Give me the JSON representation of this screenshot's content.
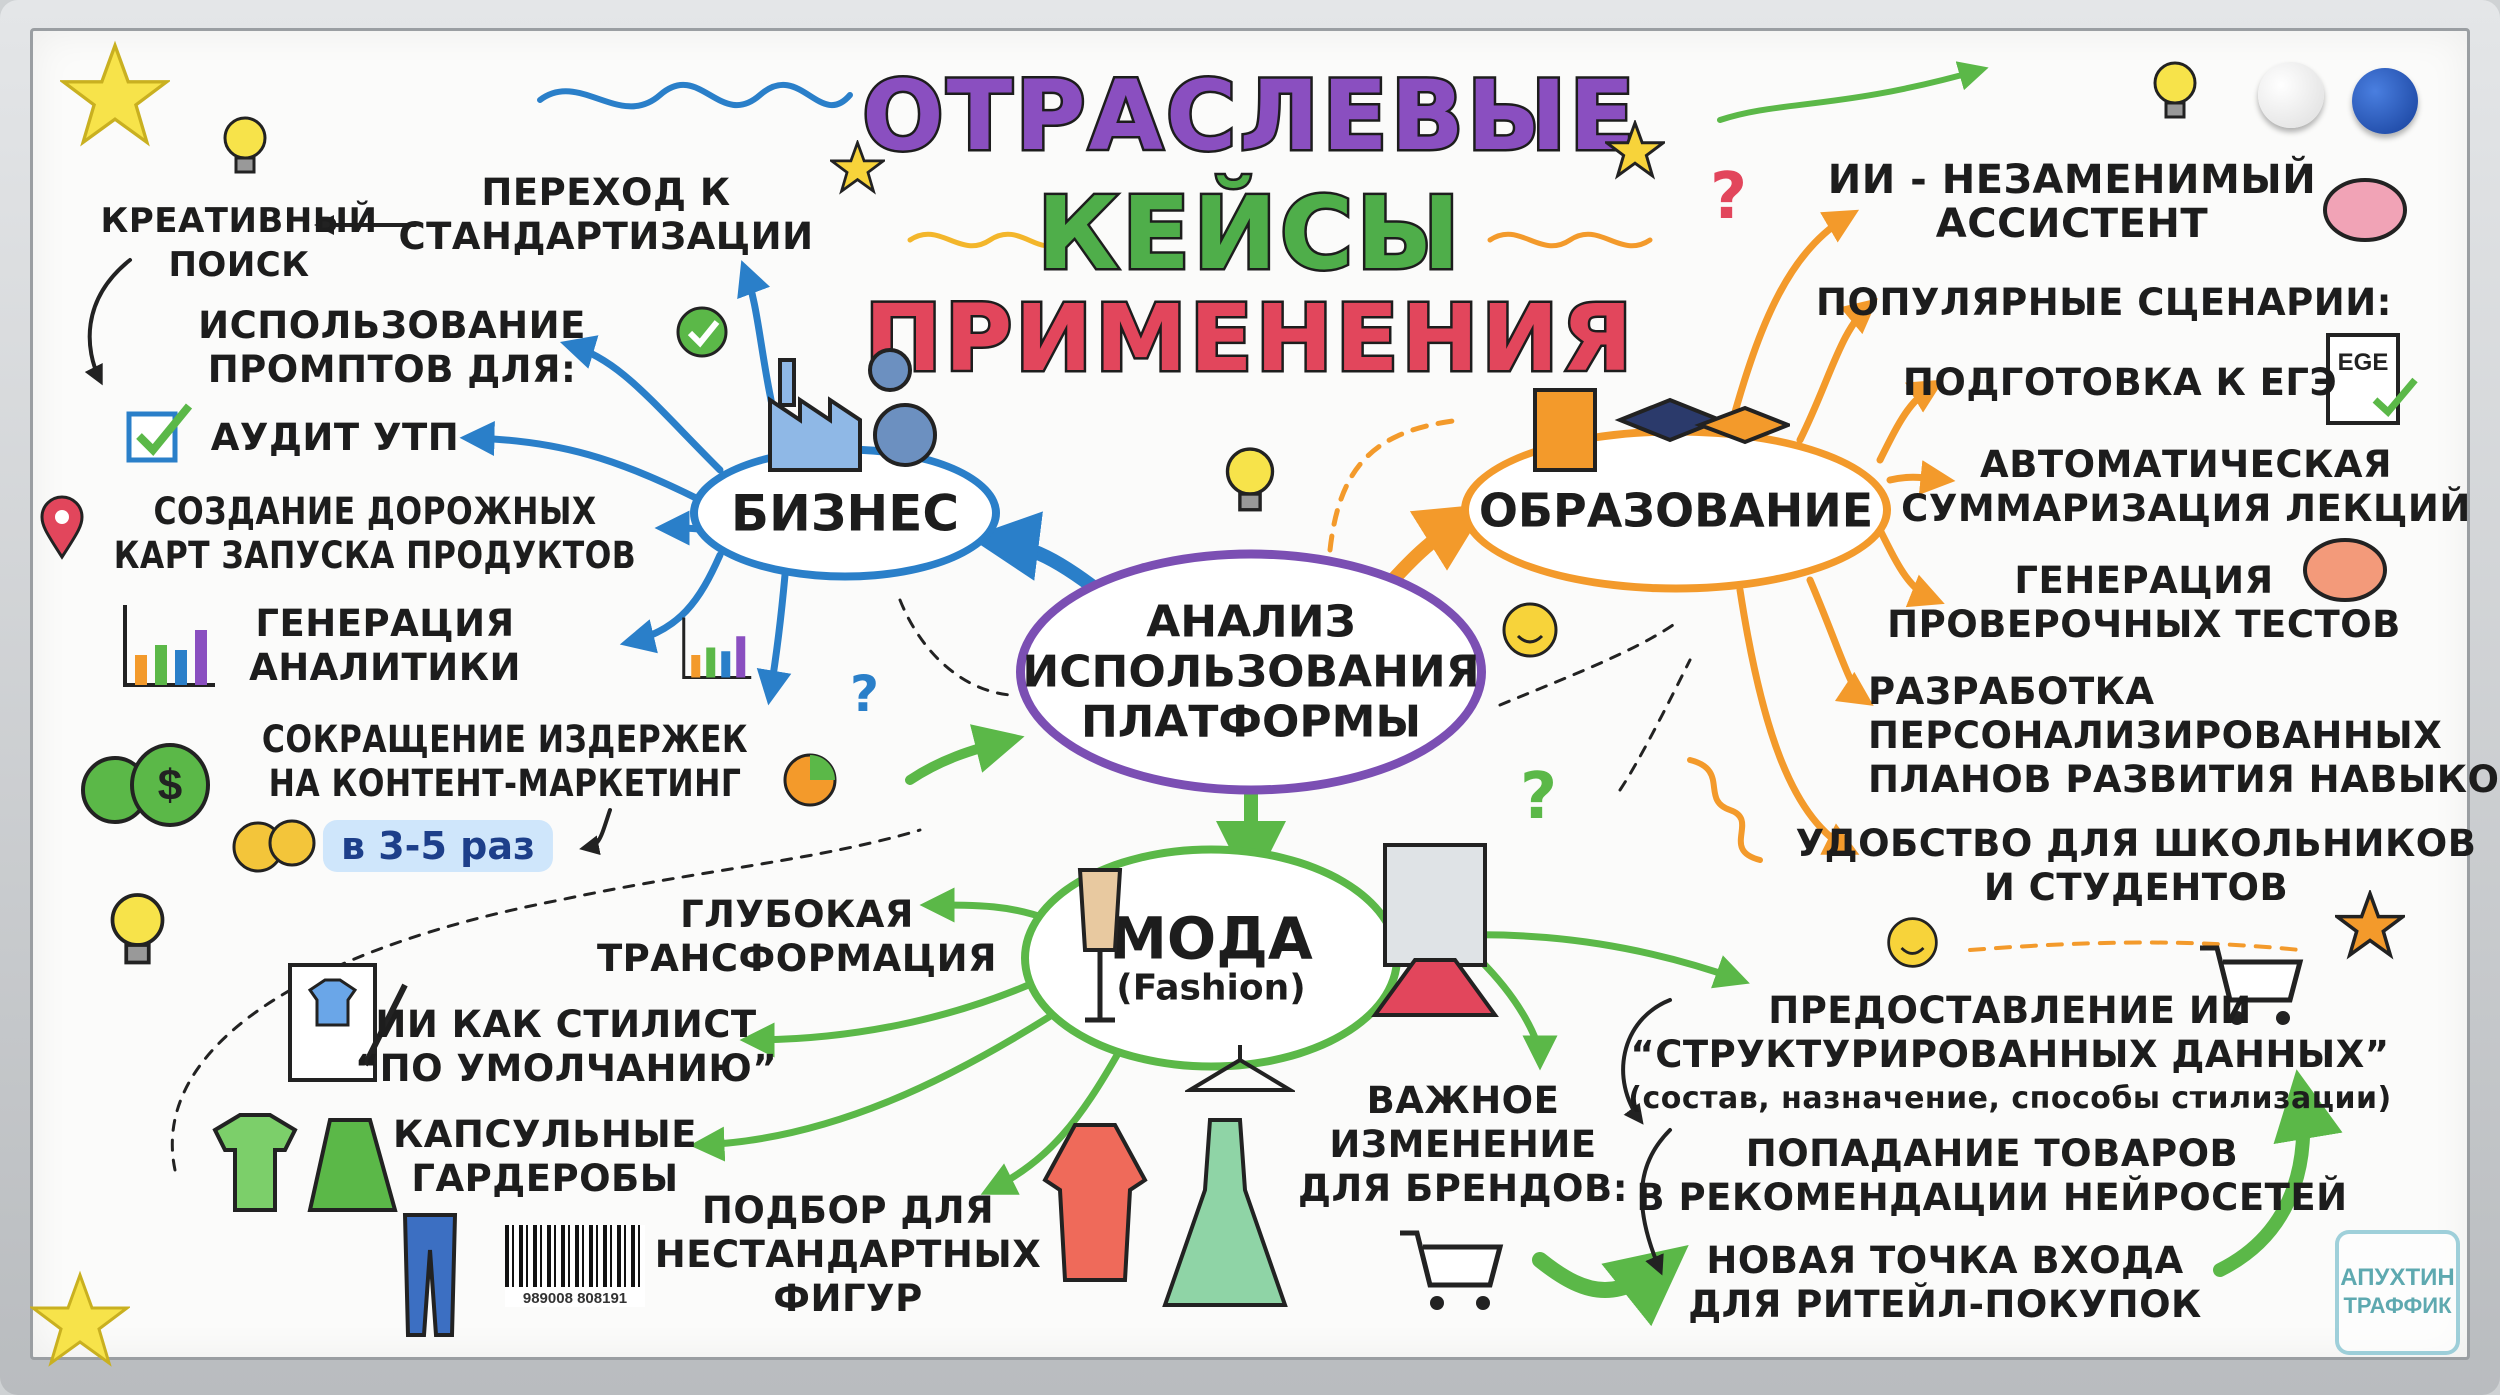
{
  "title": {
    "line1": "ОТРАСЛЕВЫЕ",
    "line2": "КЕЙСЫ",
    "line3": "ПРИМЕНЕНИЯ"
  },
  "colors": {
    "title1": "#8a4fc0",
    "title2": "#4fae4a",
    "title3": "#e2465c",
    "business": "#2a7fc9",
    "education": "#f39a2b",
    "fashion": "#5bb848",
    "center": "#7b4fb3"
  },
  "center": {
    "lines": [
      "АНАЛИЗ",
      "ИСПОЛЬЗОВАНИЯ",
      "ПЛАТФОРМЫ"
    ]
  },
  "business": {
    "hub": "БИЗНЕС",
    "items": [
      {
        "lines": [
          "ПЕРЕХОД К",
          "СТАНДАРТИЗАЦИИ"
        ]
      },
      {
        "lines": [
          "КРЕАТИВНЫЙ",
          "ПОИСК"
        ]
      },
      {
        "lines": [
          "ИСПОЛЬЗОВАНИЕ",
          "ПРОМПТОВ ДЛЯ:"
        ]
      },
      {
        "lines": [
          "АУДИТ УТП"
        ]
      },
      {
        "lines": [
          "СОЗДАНИЕ ДОРОЖНЫХ",
          "КАРТ ЗАПУСКА ПРОДУКТОВ"
        ]
      },
      {
        "lines": [
          "ГЕНЕРАЦИЯ",
          "АНАЛИТИКИ"
        ]
      },
      {
        "lines": [
          "СОКРАЩЕНИЕ ИЗДЕРЖЕК",
          "НА КОНТЕНТ-МАРКЕТИНГ"
        ]
      }
    ],
    "badge": "в 3-5 раз"
  },
  "education": {
    "hub": "ОБРАЗОВАНИЕ",
    "items": [
      {
        "lines": [
          "ИИ - НЕЗАМЕНИМЫЙ",
          "АССИСТЕНТ"
        ]
      },
      {
        "lines": [
          "ПОПУЛЯРНЫЕ СЦЕНАРИИ:"
        ]
      },
      {
        "lines": [
          "ПОДГОТОВКА К ЕГЭ"
        ]
      },
      {
        "lines": [
          "АВТОМАТИЧЕСКАЯ",
          "СУММАРИЗАЦИЯ ЛЕКЦИЙ"
        ]
      },
      {
        "lines": [
          "ГЕНЕРАЦИЯ",
          "ПРОВЕРОЧНЫХ ТЕСТОВ"
        ]
      },
      {
        "lines": [
          "РАЗРАБОТКА",
          "ПЕРСОНАЛИЗИРОВАННЫХ",
          "ПЛАНОВ РАЗВИТИЯ НАВЫКОВ"
        ]
      },
      {
        "lines": [
          "УДОБСТВО ДЛЯ ШКОЛЬНИКОВ",
          "И СТУДЕНТОВ"
        ]
      }
    ],
    "ege_label": "EGE"
  },
  "fashion": {
    "hub": "МОДА",
    "hub_sub": "(Fashion)",
    "items": [
      {
        "lines": [
          "ГЛУБОКАЯ",
          "ТРАНСФОРМАЦИЯ"
        ]
      },
      {
        "lines": [
          "ИИ КАК СТИЛИСТ",
          "“ПО УМОЛЧАНИЮ”"
        ]
      },
      {
        "lines": [
          "КАПСУЛЬНЫЕ",
          "ГАРДЕРОБЫ"
        ]
      },
      {
        "lines": [
          "ПОДБОР ДЛЯ",
          "НЕСТАНДАРТНЫХ",
          "ФИГУР"
        ]
      },
      {
        "lines": [
          "ВАЖНОЕ",
          "ИЗМЕНЕНИЕ",
          "ДЛЯ БРЕНДОВ:"
        ]
      },
      {
        "lines": [
          "ПРЕДОСТАВЛЕНИЕ ИИ",
          "“СТРУКТУРИРОВАННЫХ ДАННЫХ”",
          "(состав, назначение, способы стилизации)"
        ]
      },
      {
        "lines": [
          "ПОПАДАНИЕ ТОВАРОВ",
          "В РЕКОМЕНДАЦИИ НЕЙРОСЕТЕЙ"
        ]
      },
      {
        "lines": [
          "НОВАЯ ТОЧКА ВХОДА",
          "ДЛЯ РИТЕЙЛ-ПОКУПОК"
        ]
      }
    ],
    "barcode_number": "989008  808191"
  },
  "decor": {
    "question": "?"
  },
  "watermark": {
    "line1": "АПУХТИН",
    "line2": "ТРАФФИК"
  }
}
